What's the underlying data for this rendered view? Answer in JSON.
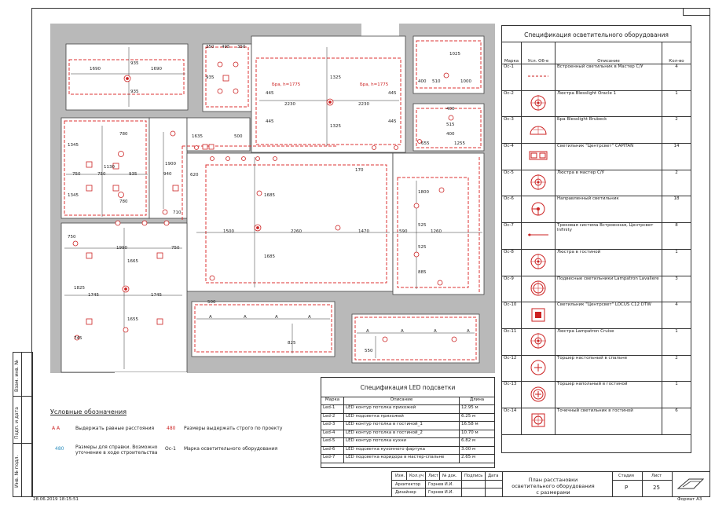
{
  "lighting_spec": {
    "title": "Спецификация осветительного оборудования",
    "headers": [
      "Марка",
      "Усл. Об-е",
      "Описание",
      "Кол-во"
    ],
    "rows": [
      {
        "mark": "Ос-1",
        "desc": "Встроенный светильник в Мастер С/У",
        "qty": "4",
        "icon": "dashed-line-icon"
      },
      {
        "mark": "Ос-2",
        "desc": "Люстра Blesslight Oracle 1",
        "qty": "1",
        "icon": "chandelier-icon"
      },
      {
        "mark": "Ос-3",
        "desc": "Бра Blesslight Brubeck",
        "qty": "2",
        "icon": "sconce-icon"
      },
      {
        "mark": "Ос-4",
        "desc": "Светильник \"Центрсвет\" CAPITAN",
        "qty": "14",
        "icon": "double-square-lamp-icon"
      },
      {
        "mark": "Ос-5",
        "desc": "Люстра в мастер С/У",
        "qty": "2",
        "icon": "chandelier-icon"
      },
      {
        "mark": "Ос-6",
        "desc": "Направленный светильник",
        "qty": "18",
        "icon": "directional-lamp-icon"
      },
      {
        "mark": "Ос-7",
        "desc": "Трековая система Встроенная, Центрсвет Infinity",
        "qty": "8",
        "icon": "track-line-icon"
      },
      {
        "mark": "Ос-8",
        "desc": "Люстра в гостиной",
        "qty": "1",
        "icon": "chandelier-icon"
      },
      {
        "mark": "Ос-9",
        "desc": "Подвесные светильники Lampatron Lavaliere",
        "qty": "3",
        "icon": "pendant-icon"
      },
      {
        "mark": "Ос-10",
        "desc": "Светильник \"Центрсвет\" LOCUS C12 DTW",
        "qty": "4",
        "icon": "square-spot-icon"
      },
      {
        "mark": "Ос-11",
        "desc": "Люстра Lampatron Cruise",
        "qty": "1",
        "icon": "chandelier-icon"
      },
      {
        "mark": "Ос-12",
        "desc": "Торшер настольный в спальне",
        "qty": "2",
        "icon": "table-lamp-icon"
      },
      {
        "mark": "Ос-13",
        "desc": "Торшер напольный в гостиной",
        "qty": "1",
        "icon": "floor-lamp-icon"
      },
      {
        "mark": "Ос-14",
        "desc": "Точечный светильник в гостиной",
        "qty": "6",
        "icon": "point-lamp-icon"
      }
    ]
  },
  "led_spec": {
    "title": "Спецификация LED подсветки",
    "headers": [
      "Марка",
      "Описание",
      "Длина"
    ],
    "rows": [
      {
        "mark": "Led-1",
        "desc": "LED контур потолка прихожей",
        "len": "12.95 м"
      },
      {
        "mark": "Led-2",
        "desc": "LED подсветка прихожей",
        "len": "6.25 м"
      },
      {
        "mark": "Led-3",
        "desc": "LED контур потолка в гостиной_1",
        "len": "16.58 м"
      },
      {
        "mark": "Led-4",
        "desc": "LED контур потолка в гостиной_2",
        "len": "10.70 м"
      },
      {
        "mark": "Led-5",
        "desc": "LED контур потолка кухни",
        "len": "6.82 м"
      },
      {
        "mark": "Led-6",
        "desc": "LED подсветка кухонного фартука",
        "len": "3.00 м"
      },
      {
        "mark": "Led-7",
        "desc": "LED подсветка коридора в мастер-спальне",
        "len": "2.65 м"
      }
    ]
  },
  "legend": {
    "title": "Условные обозначения",
    "items": [
      {
        "sym": "A A",
        "text": "Выдержать равные расстояния"
      },
      {
        "sym": "480",
        "text": "Размеры выдержать строго по проекту"
      },
      {
        "sym": "480",
        "text": "Размеры для справки. Возможно уточнение в ходе строительства"
      },
      {
        "sym": "Ос-1",
        "text": "Марка осветительного оборудования"
      }
    ]
  },
  "title_block": {
    "headers": [
      "Изм.",
      "Кол.уч",
      "Лист",
      "№ док.",
      "Подпись",
      "Дата"
    ],
    "roles": [
      {
        "role": "Архитектор",
        "name": "Горнев И.И."
      },
      {
        "role": "Дизайнер",
        "name": "Горнев И.И."
      }
    ],
    "sheet_title": "План расстановки осветительного оборудования с размерами",
    "stage_label": "Стадия",
    "stage": "Р",
    "sheet_label": "Лист",
    "sheet": "25",
    "format": "Формат А3"
  },
  "side_stamps": [
    "Взам. инв. №",
    "Подп. и дата",
    "Инв. № подл."
  ],
  "timestamp": "28.06.2019 18:15:51",
  "plan": {
    "bra_left": "Бра, h=1775",
    "bra_right": "Бра, h=1775",
    "dims": {
      "d350a": "350",
      "d495": "495",
      "d350b": "350",
      "d1690a": "1690",
      "d1690b": "1690",
      "d935a": "935",
      "d935b": "935",
      "d1025": "1025",
      "d400a": "400",
      "d510": "510",
      "d1000": "1000",
      "d445a": "445",
      "d445b": "445",
      "d445c": "445",
      "d445d": "445",
      "d2230a": "2230",
      "d2230b": "2230",
      "d1325a": "1325",
      "d1325b": "1325",
      "d1345a": "1345",
      "d1345b": "1345",
      "d780a": "780",
      "d780b": "780",
      "d750a": "750",
      "d750b": "750",
      "d935c": "935",
      "d1130": "1130",
      "d940": "940",
      "d1635": "1635",
      "d500a": "500",
      "d1900": "1900",
      "d620": "620",
      "d710": "710",
      "d655": "655",
      "d1255": "1255",
      "d400b": "400",
      "d515": "515",
      "d400c": "400",
      "d1685a": "1685",
      "d1685b": "1685",
      "d1500": "1500",
      "d2260": "2260",
      "d1470": "1470",
      "d590": "590",
      "d1260": "1260",
      "d1800": "1800",
      "d525a": "525",
      "d525b": "525",
      "d885": "885",
      "d1990": "1990",
      "d750c": "750",
      "d750d": "750",
      "d1665": "1665",
      "d1825": "1825",
      "d1745a": "1745",
      "d1745b": "1745",
      "d1655": "1655",
      "d745": "745",
      "d825": "825",
      "d550": "550",
      "d170": "170",
      "d500b": "500",
      "d935d": "935"
    },
    "equal_mark": "A"
  }
}
